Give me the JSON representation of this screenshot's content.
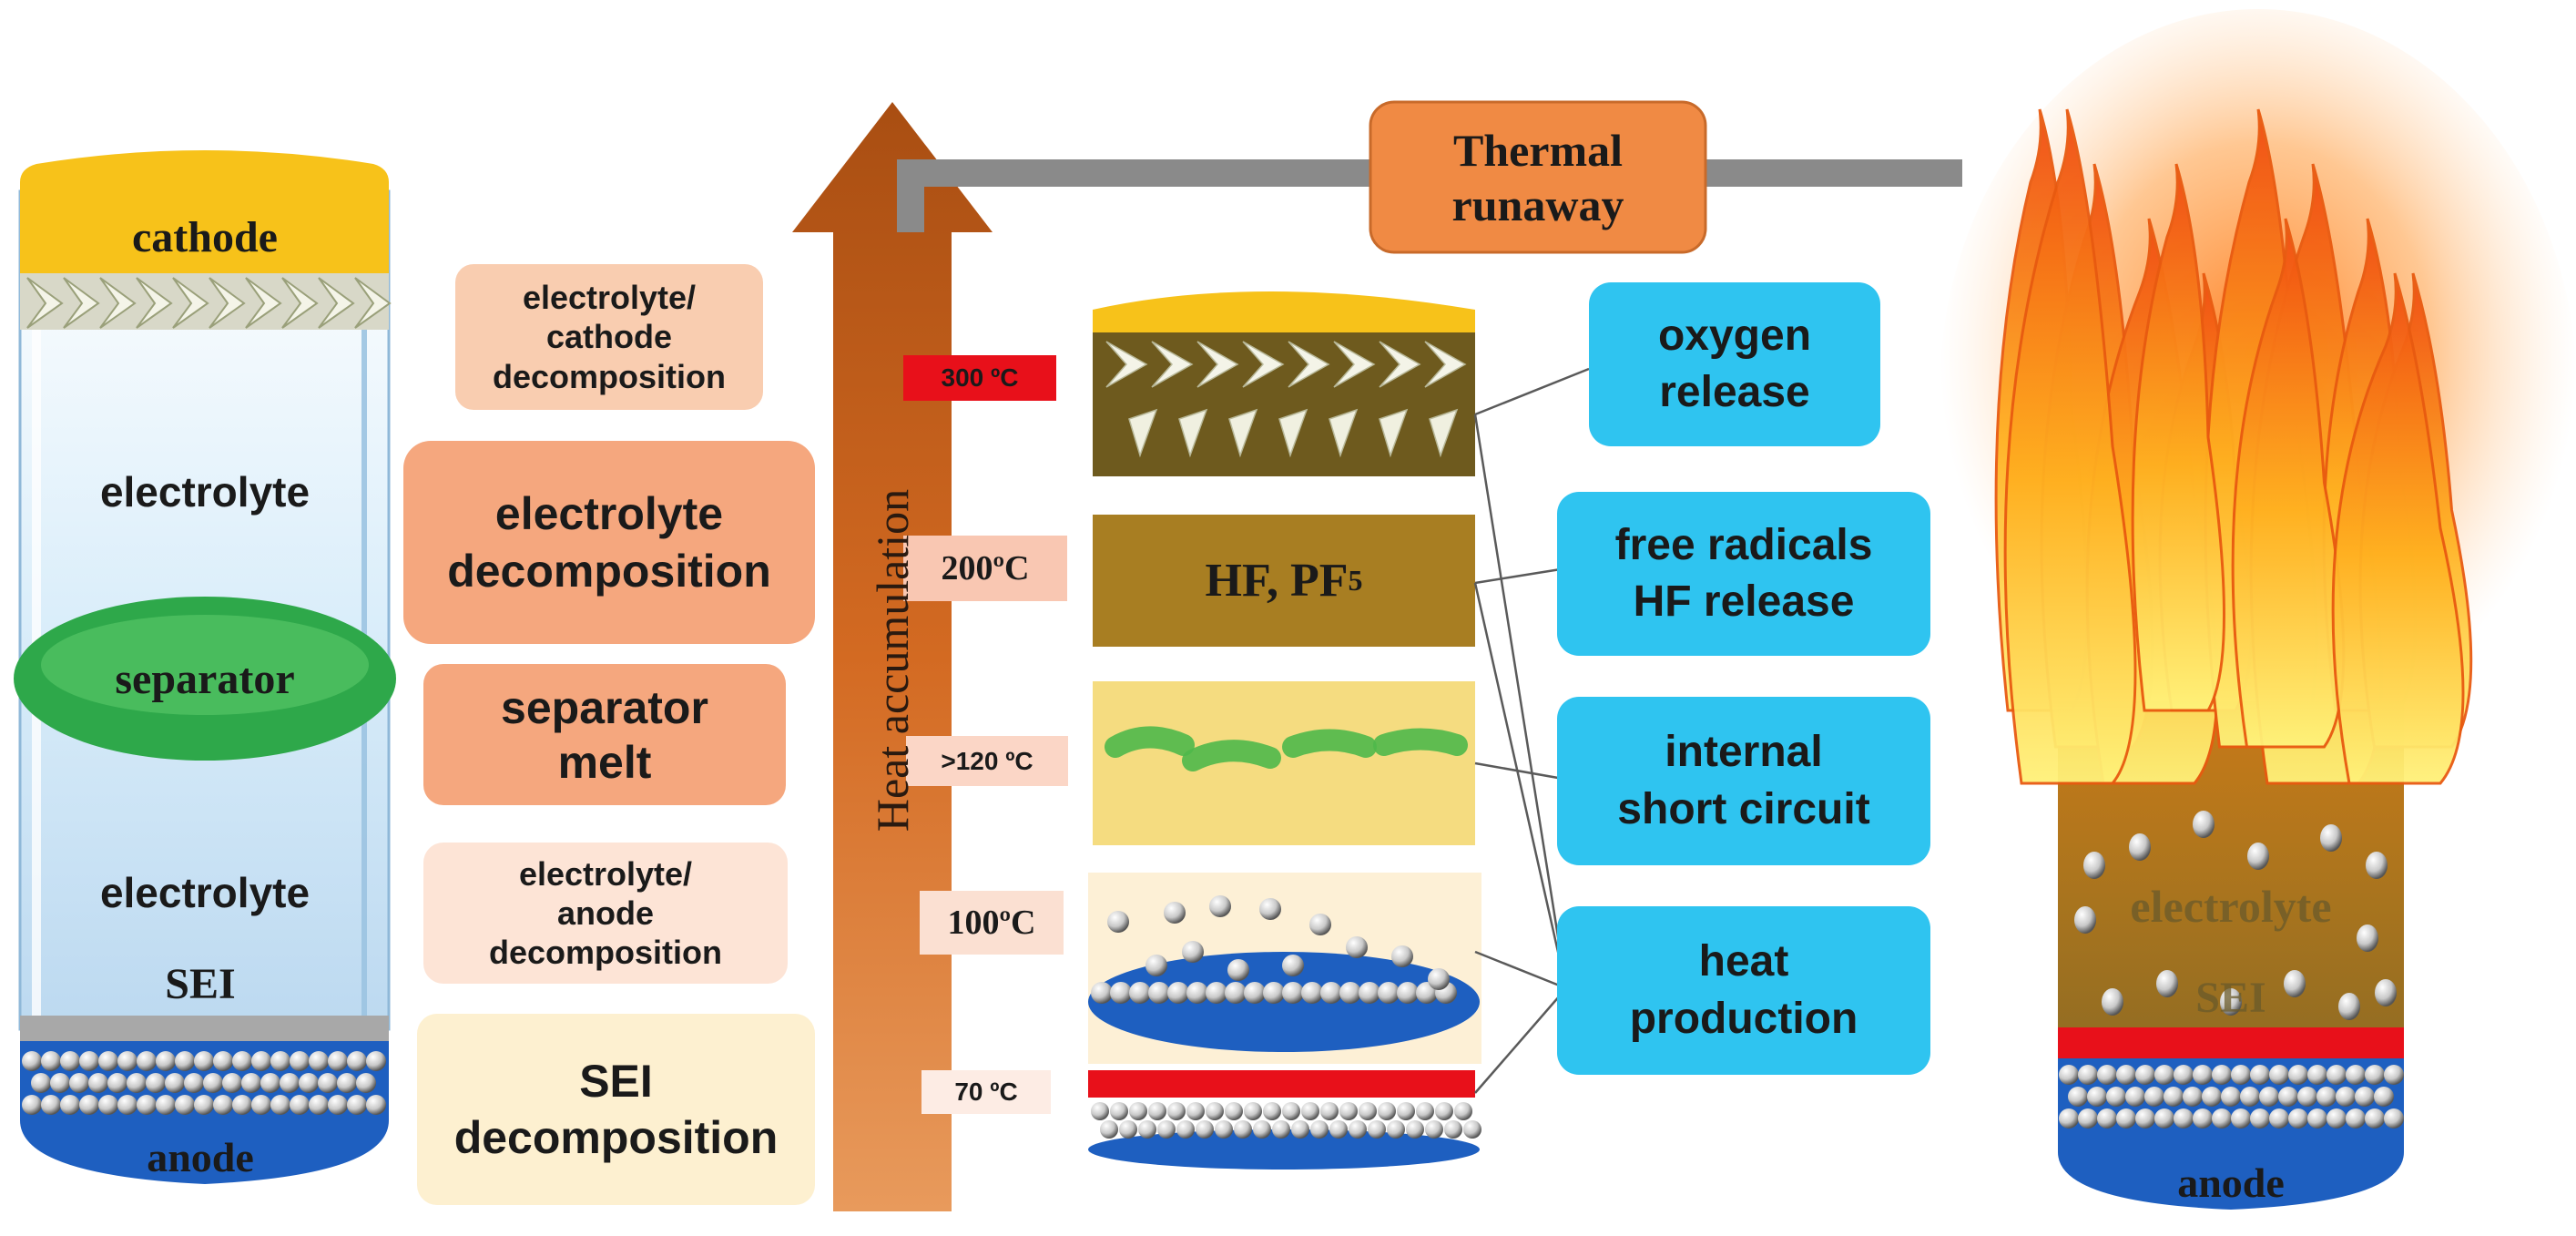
{
  "left_cell": {
    "cathode": "cathode",
    "electrolyte_top": "electrolyte",
    "separator": "separator",
    "electrolyte_bottom": "electrolyte",
    "sei": "SEI",
    "anode": "anode"
  },
  "reactions": [
    "electrolyte/\ncathode\ndecomposition",
    "electrolyte\ndecomposition",
    "separator\nmelt",
    "electrolyte/\nanode\ndecomposition",
    "SEI\ndecomposition"
  ],
  "arrow": {
    "label": "Heat accumulation"
  },
  "temperatures": [
    "300 ºC",
    "200ºC",
    ">120 ºC",
    "100ºC",
    "70 ºC"
  ],
  "layers": {
    "hf": "HF, PF",
    "hf_sub": "5"
  },
  "thermal_runaway": "Thermal\nrunaway",
  "outcomes": [
    "oxygen\nrelease",
    "free radicals\nHF release",
    "internal\nshort circuit",
    "heat\nproduction"
  ],
  "right_cell": {
    "electrolyte": "electrolyte",
    "sei": "SEI",
    "anode": "anode"
  },
  "colors": {
    "cathode": "#f7c21a",
    "anode": "#1e5fc0",
    "separator": "#2ea84a",
    "outcome_box": "#2fc4f0",
    "arrow": "#c8601c",
    "runaway_box": "#f08a44",
    "temp_300": "#e8101a"
  }
}
